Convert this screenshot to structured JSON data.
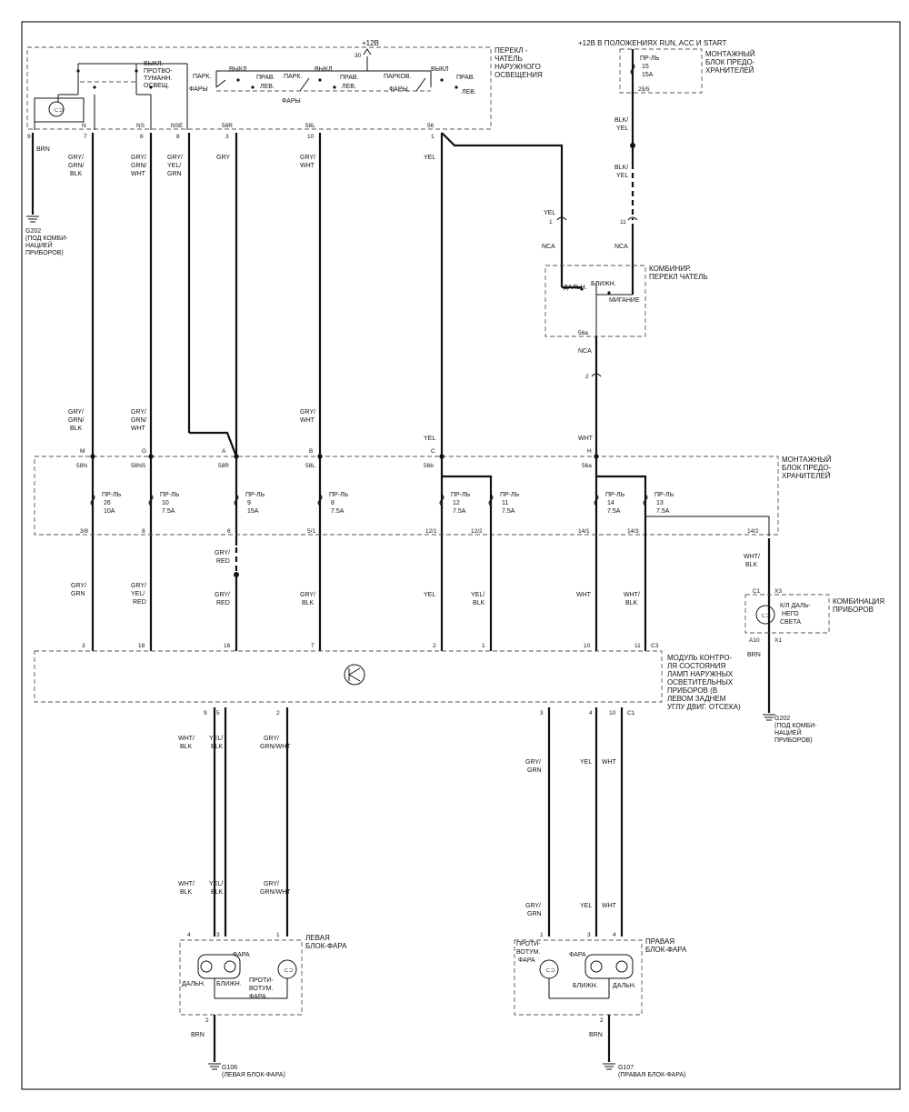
{
  "power": {
    "b12": "+12В",
    "b30": "30",
    "run_acc_start": "+12В В ПОЛОЖЕНИЯХ RUN, ACC И START"
  },
  "headlight_switch": {
    "title": [
      "ПЕРЕКЛ -",
      "ЧАТЕЛЬ",
      "НАРУЖНОГО",
      "ОСВЕЩЕНИЯ"
    ],
    "fog_switch": [
      "ВЫКЛ.",
      "ПРОТВО-",
      "ТУМАНН.",
      "ОСВЕЩ."
    ],
    "park": "ПАРК.",
    "parkov": "ПАРКОВ.",
    "off": "ВЫКЛ",
    "right": "ПРАВ.",
    "left": "ЛЕВ.",
    "headlights": "ФАРЫ",
    "terms": [
      "N",
      "NS",
      "NSE",
      "58R",
      "58L",
      "56"
    ],
    "pins": [
      "9",
      "7",
      "6",
      "8",
      "3",
      "10",
      "1"
    ]
  },
  "fusebox_top": {
    "title": [
      "МОНТАЖНЫЙ",
      "БЛОК ПРЕДО-",
      "ХРАНИТЕЛЕЙ"
    ],
    "fuse": [
      "ПР-ЛЬ",
      "15",
      "15А"
    ],
    "term": "25/5"
  },
  "combo_switch": {
    "title": [
      "КОМБИНИР.",
      "ПЕРЕКЛ ЧАТЕЛЬ"
    ],
    "high": "ДАЛЬН.",
    "low": "БЛИЖН.",
    "flash": "МИГАНИЕ",
    "term": "56a"
  },
  "conn_nca": "NCA",
  "wires": {
    "brn": "BRN",
    "gry_grn_blk": [
      "GRY/",
      "GRN/",
      "BLK"
    ],
    "gry_grn_wht": [
      "GRY/",
      "GRN/",
      "WHT"
    ],
    "gry_yel_grn": [
      "GRY/",
      "YEL/",
      "GRN"
    ],
    "gry": "GRY",
    "gry_wht": [
      "GRY/",
      "WHT"
    ],
    "yel": "YEL",
    "blk_yel": [
      "BLK/",
      "YEL"
    ],
    "wht": "WHT",
    "gry_grn": [
      "GRY/",
      "GRN"
    ],
    "gry_yel_red": [
      "GRY/",
      "YEL/",
      "RED"
    ],
    "gry_red": [
      "GRY/",
      "RED"
    ],
    "gry_blk": [
      "GRY/",
      "BLK"
    ],
    "yel_blk": [
      "YEL/",
      "BLK"
    ],
    "wht_blk": [
      "WHT/",
      "BLK"
    ],
    "gry_grn_wht_one": [
      "GRY/",
      "GRN/WHT"
    ]
  },
  "grounds": {
    "g202": [
      "G202",
      "(ПОД КОМБИ-",
      "НАЦИЕЙ",
      "ПРИБОРОВ)"
    ],
    "g106": [
      "G106",
      "(ЛЕВАЯ БЛОК-ФАРА)"
    ],
    "g107": [
      "G107",
      "(ПРАВАЯ БЛОК-ФАРА)"
    ]
  },
  "fusebox_mid": {
    "title": [
      "МОНТАЖНЫЙ",
      "БЛОК ПРЕДО-",
      "ХРАНИТЕЛЕЙ"
    ],
    "top_letters": [
      "M",
      "G",
      "A",
      "B",
      "C",
      "H"
    ],
    "terms": [
      "58N",
      "58NS",
      "58R",
      "58L",
      "56b",
      "56a"
    ],
    "fuses": [
      [
        "ПР-ЛЬ",
        "26",
        "10А"
      ],
      [
        "ПР-ЛЬ",
        "10",
        "7.5А"
      ],
      [
        "ПР-ЛЬ",
        "9",
        "15А"
      ],
      [
        "ПР-ЛЬ",
        "8",
        "7.5А"
      ],
      [
        "ПР-ЛЬ",
        "12",
        "7.5А"
      ],
      [
        "ПР-ЛЬ",
        "11",
        "7.5А"
      ],
      [
        "ПР-ЛЬ",
        "14",
        "7.5А"
      ],
      [
        "ПР-ЛЬ",
        "13",
        "7.5А"
      ]
    ],
    "bottom_terms": [
      "3/8",
      "8",
      "6",
      "5/1",
      "12/1",
      "12/2",
      "14/1",
      "14/3",
      "14/2"
    ]
  },
  "cluster": {
    "title": [
      "КОМБИНАЦИЯ",
      "ПРИБОРОВ"
    ],
    "lamp": [
      "К/Л ДАЛЬ-",
      "НЕГО",
      "СВЕТА"
    ],
    "pin_top": "C1",
    "conn_top": "X3",
    "pin_bottom": "A10",
    "conn_bottom": "X1"
  },
  "module": {
    "title": [
      "МОДУЛЬ КОНТРО-",
      "ЛЯ СОСТОЯНИЯ",
      "ЛАМП НАРУЖНЫХ",
      "ОСВЕТИТЕЛЬНЫХ",
      "ПРИБОРОВ (В",
      "ЛЕВОМ ЗАДНЕМ",
      "УГЛУ ДВИГ. ОТСЕКА)"
    ],
    "top_pins": [
      "3",
      "18",
      "16",
      "7",
      "2",
      "1",
      "10",
      "11"
    ],
    "conn_top": "C3",
    "bottom_pins": [
      "9",
      "5",
      "2",
      "3",
      "4",
      "10"
    ],
    "conn_bottom": "C1"
  },
  "left_lamp": {
    "title": [
      "ЛЕВАЯ",
      "БЛОК-ФАРА"
    ],
    "headlight": "ФАРА",
    "high": "ДАЛЬН.",
    "low": "БЛИЖН.",
    "fog": [
      "ПРОТИ-",
      "ВОТУМ.",
      "ФАРА"
    ],
    "pins": [
      "4",
      "3",
      "1"
    ],
    "gnd_pin": "2"
  },
  "right_lamp": {
    "title": [
      "ПРАВАЯ",
      "БЛОК-ФАРА"
    ],
    "headlight": "ФАРА",
    "high": "ДАЛЬН.",
    "low": "БЛИЖН.",
    "fog": [
      "ПРОТИ-",
      "ВОТУМ.",
      "ФАРА"
    ],
    "pins": [
      "1",
      "3",
      "4"
    ],
    "gnd_pin": "2"
  }
}
